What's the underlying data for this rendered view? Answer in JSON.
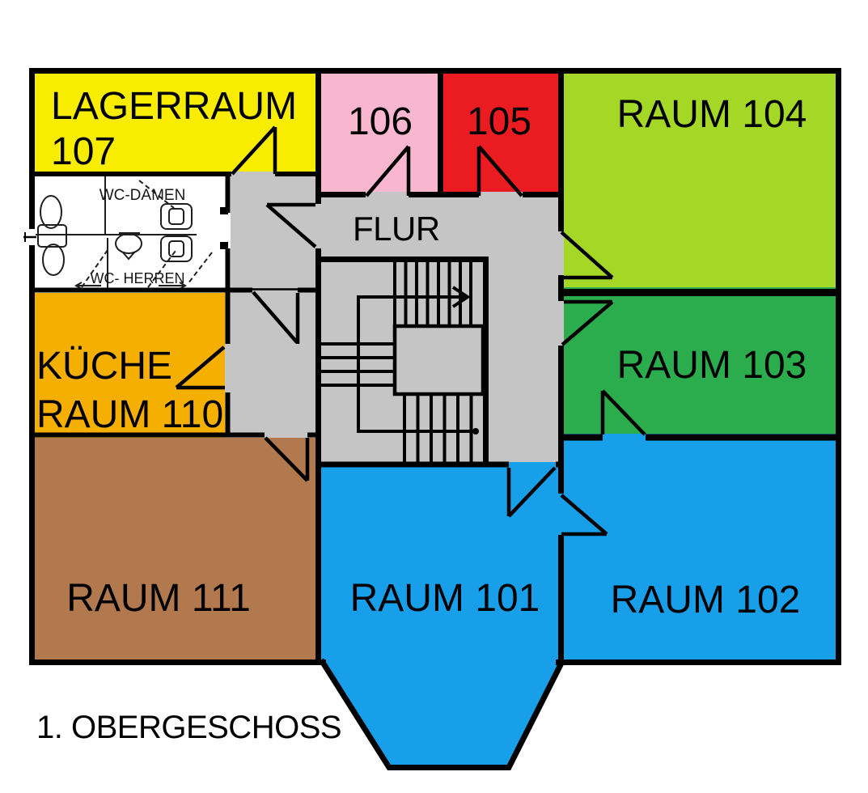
{
  "floor_plan": {
    "title": "1. OBERGESCHOSS",
    "corridor": {
      "label": "FLUR",
      "color": "#C5C5C5"
    },
    "rooms": [
      {
        "id": "107",
        "label_line1": "LAGERRAUM",
        "label_line2": "107",
        "color": "#F8EC00"
      },
      {
        "id": "106",
        "label": "106",
        "color": "#F8B7CE"
      },
      {
        "id": "105",
        "label": "105",
        "color": "#EA1C22"
      },
      {
        "id": "104",
        "label": "RAUM 104",
        "color": "#A5D826"
      },
      {
        "id": "103",
        "label": "RAUM 103",
        "color": "#2BAC4D"
      },
      {
        "id": "102",
        "label": "RAUM 102",
        "color": "#189FE9"
      },
      {
        "id": "101",
        "label": "RAUM 101",
        "color": "#189FE9"
      },
      {
        "id": "111",
        "label": "RAUM 111",
        "color": "#B2794E"
      },
      {
        "id": "110",
        "label_line1": "KÜCHE",
        "label_line2": "RAUM 110",
        "color": "#F4AF00"
      }
    ],
    "wc": {
      "label_damen": "WC-DAMEN",
      "label_herren": "WC- HERREN",
      "color": "#FFFFFF"
    },
    "colors": {
      "wall": "#000000",
      "background": "#FFFFFF",
      "text": "#000000"
    }
  }
}
